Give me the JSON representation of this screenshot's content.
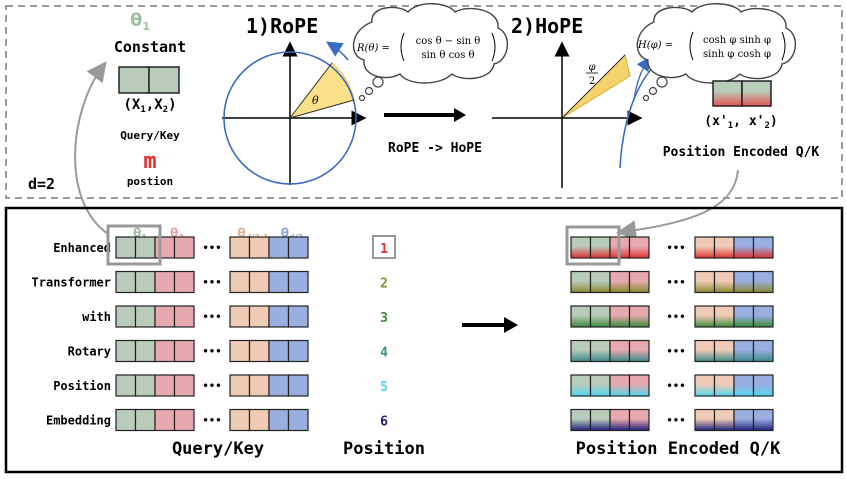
{
  "top_panel": {
    "d_label": "d=2",
    "theta1_symbol": "θ",
    "theta1_sub": "1",
    "constant_label": "Constant",
    "pair_label": "(X",
    "pair_sub1": "1",
    "pair_mid": ",X",
    "pair_sub2": "2",
    "pair_close": ")",
    "query_key_label": "Query/Key",
    "m_label": "m",
    "position_label": "postion",
    "rope_title": "1)RoPE",
    "rope_formula_lhs": "R(θ) =",
    "rope_row1": "cos θ  − sin θ",
    "rope_row2": "sin θ   cos θ",
    "rope_angle_label": "θ",
    "arrow_label": "RoPE -> HoPE",
    "hope_title": "2)HoPE",
    "hope_formula_lhs": "H(φ) =",
    "hope_row1": "cosh φ   sinh φ",
    "hope_row2": "sinh φ   cosh φ",
    "hope_angle_num": "φ",
    "hope_angle_den": "2",
    "encoded_pair": "(x'",
    "encoded_sub1": "1",
    "encoded_mid": ", x'",
    "encoded_sub2": "2",
    "encoded_close": ")",
    "encoded_label": "Position Encoded Q/K"
  },
  "bottom_panel": {
    "column_headers": [
      {
        "sym": "θ",
        "sub": "1",
        "color": "#9fbf9f"
      },
      {
        "sym": "θ",
        "sub": "2",
        "color": "#e0a0a0"
      },
      {
        "sym": "θ",
        "sub": "d/2-1",
        "color": "#e0b090"
      },
      {
        "sym": "θ",
        "sub": "d/2",
        "color": "#90a8e0"
      }
    ],
    "ellipsis": "•••",
    "tokens": [
      {
        "word": "Enhanced",
        "pos": "1",
        "pos_color": "#e03030"
      },
      {
        "word": "Transformer",
        "pos": "2",
        "pos_color": "#8a8a30"
      },
      {
        "word": "with",
        "pos": "3",
        "pos_color": "#3a8a3a"
      },
      {
        "word": "Rotary",
        "pos": "4",
        "pos_color": "#3a8a8a"
      },
      {
        "word": "Position",
        "pos": "5",
        "pos_color": "#50d8f0"
      },
      {
        "word": "Embedding",
        "pos": "6",
        "pos_color": "#20207a"
      }
    ],
    "query_key_label": "Query/Key",
    "position_label": "Position",
    "encoded_label": "Position Encoded Q/K"
  },
  "colors": {
    "green_cell": "#b9cbbb",
    "pink_cell": "#e7a9b0",
    "peach_cell": "#efcbb5",
    "blue_cell": "#9aaee0",
    "highlight_gray": "#999999",
    "circle_blue": "#3a6dbf",
    "wedge_yellow": "#fbe08a",
    "hyper_wedge": "#f6d36a"
  },
  "row_tints": [
    "#e03030",
    "#8a8a30",
    "#3a8a3a",
    "#3a8a8a",
    "#50d8f0",
    "#20207a"
  ]
}
